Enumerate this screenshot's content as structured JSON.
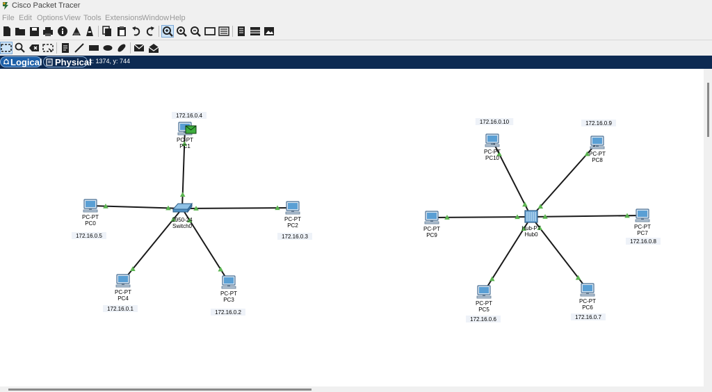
{
  "window": {
    "title": "Cisco Packet Tracer"
  },
  "menu": {
    "items": [
      "File",
      "Edit",
      "Options",
      "View",
      "Tools",
      "Extensions",
      "Window",
      "Help"
    ]
  },
  "toolbar": {
    "main_icons": [
      "new-file-icon",
      "open-folder-icon",
      "save-icon",
      "print-icon",
      "info-icon",
      "activity-wizard-icon",
      "network-icon",
      "copy-icon",
      "paste-icon",
      "undo-icon",
      "redo-icon",
      "zoom-in-icon",
      "zoom-reset-icon",
      "zoom-out-icon",
      "rectangle-view-icon",
      "custom-device-icon",
      "document-icon",
      "device-template-icon",
      "image-icon"
    ],
    "secondary_icons": [
      "select-icon",
      "inspect-icon",
      "delete-icon",
      "resize-icon",
      "note-icon",
      "line-icon",
      "rectangle-icon",
      "ellipse-icon",
      "freeform-icon",
      "simple-pdu-icon",
      "complex-pdu-icon"
    ]
  },
  "nav": {
    "logical_label": "Logical",
    "physical_label": "Physical",
    "coords": "x: 1374, y: 744"
  },
  "colors": {
    "nav_bg": "#0d2a52",
    "active_tab": "#1c5fa8",
    "link_green": "#5bb450",
    "link": "#1a1a1a",
    "device_blue": "#5a9fd4"
  },
  "devices": [
    {
      "id": "PC1",
      "type": "PC-PT",
      "name": "PC1",
      "ip": "172.16.0.4",
      "has_pdu": true
    },
    {
      "id": "PC0",
      "type": "PC-PT",
      "name": "PC0",
      "ip": "172.16.0.5"
    },
    {
      "id": "PC2",
      "type": "PC-PT",
      "name": "PC2",
      "ip": "172.16.0.3"
    },
    {
      "id": "PC4",
      "type": "PC-PT",
      "name": "PC4",
      "ip": "172.16.0.1"
    },
    {
      "id": "PC3",
      "type": "PC-PT",
      "name": "PC3",
      "ip": "172.16.0.2"
    },
    {
      "id": "Switch0",
      "type": "2950-24",
      "name": "Switch0",
      "kind": "switch"
    },
    {
      "id": "PC10",
      "type": "PC-PT",
      "name": "PC10",
      "ip": "172.16.0.10"
    },
    {
      "id": "PC8",
      "type": "PC-PT",
      "name": "PC8",
      "ip": "172.16.0.9"
    },
    {
      "id": "PC9",
      "type": "PC-PT",
      "name": "PC9"
    },
    {
      "id": "PC7",
      "type": "PC-PT",
      "name": "PC7",
      "ip": "172.16.0.8"
    },
    {
      "id": "PC5",
      "type": "PC-PT",
      "name": "PC5",
      "ip": "172.16.0.6"
    },
    {
      "id": "PC6",
      "type": "PC-PT",
      "name": "PC6",
      "ip": "172.16.0.7"
    },
    {
      "id": "Hub0",
      "type": "Hub-PT",
      "name": "Hub0",
      "kind": "hub"
    }
  ],
  "links": [
    [
      "PC1",
      "Switch0"
    ],
    [
      "PC0",
      "Switch0"
    ],
    [
      "PC2",
      "Switch0"
    ],
    [
      "PC4",
      "Switch0"
    ],
    [
      "PC3",
      "Switch0"
    ],
    [
      "PC10",
      "Hub0"
    ],
    [
      "PC8",
      "Hub0"
    ],
    [
      "PC9",
      "Hub0"
    ],
    [
      "PC7",
      "Hub0"
    ],
    [
      "PC5",
      "Hub0"
    ],
    [
      "PC6",
      "Hub0"
    ]
  ]
}
